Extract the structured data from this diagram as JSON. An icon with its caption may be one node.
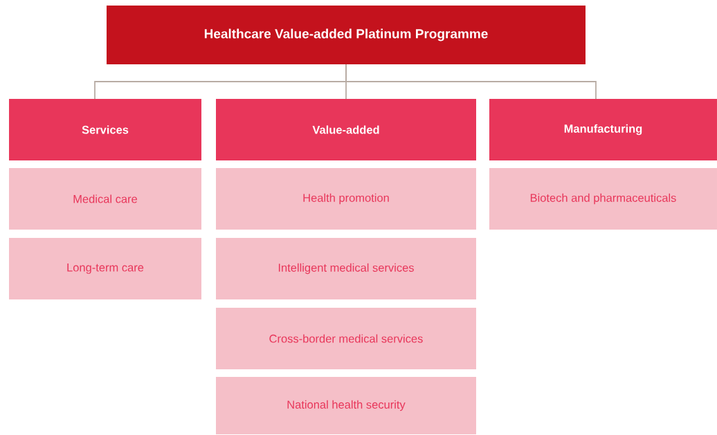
{
  "diagram": {
    "nodes": [
      {
        "text": [
          "Healthcare Value-added Platinum Programme"
        ]
      },
      {
        "text": [
          "Services"
        ]
      },
      {
        "text": [
          "Value-added"
        ]
      },
      {
        "text": [
          "Manufacturing"
        ]
      },
      {
        "text": [
          "Medical care"
        ]
      },
      {
        "text": [
          "Long-term care"
        ]
      },
      {
        "text": [
          "Health promotion"
        ]
      },
      {
        "text": [
          "Intelligent medical services"
        ]
      },
      {
        "text": [
          "Cross-border medical services"
        ]
      },
      {
        "text": [
          "National health security"
        ]
      },
      {
        "text": [
          "Biotech and pharmaceuticals"
        ]
      }
    ],
    "edges": [
      {
        "from": 0,
        "to": 1,
        "arrow": "none"
      },
      {
        "from": 0,
        "to": 2,
        "arrow": "none"
      },
      {
        "from": 0,
        "to": 3,
        "arrow": "none"
      }
    ]
  }
}
